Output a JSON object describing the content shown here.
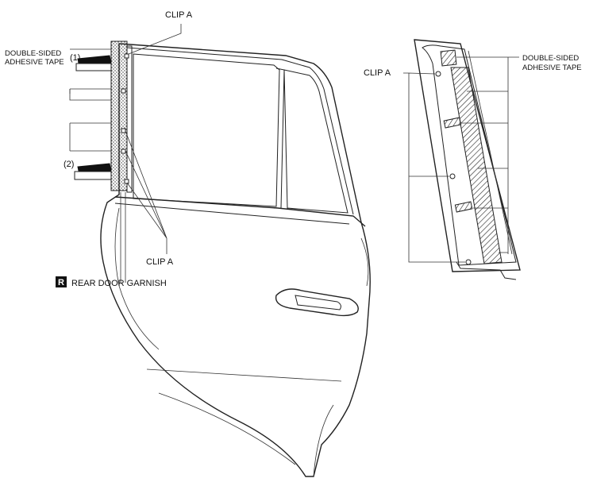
{
  "labels": {
    "clip_a_top": "CLIP A",
    "clip_a_bottom": "CLIP A",
    "clip_a_detail": "CLIP A",
    "tape_left_1": "DOUBLE-SIDED",
    "tape_left_2": "ADHESIVE TAPE",
    "tape_right_1": "DOUBLE-SIDED",
    "tape_right_2": "ADHESIVE TAPE",
    "step_1": "(1)",
    "step_2": "(2)",
    "badge_letter": "R",
    "part_name": "REAR DOOR GARNISH"
  },
  "colors": {
    "ink": "#222222",
    "badge_bg": "#111111",
    "badge_fg": "#ffffff"
  }
}
